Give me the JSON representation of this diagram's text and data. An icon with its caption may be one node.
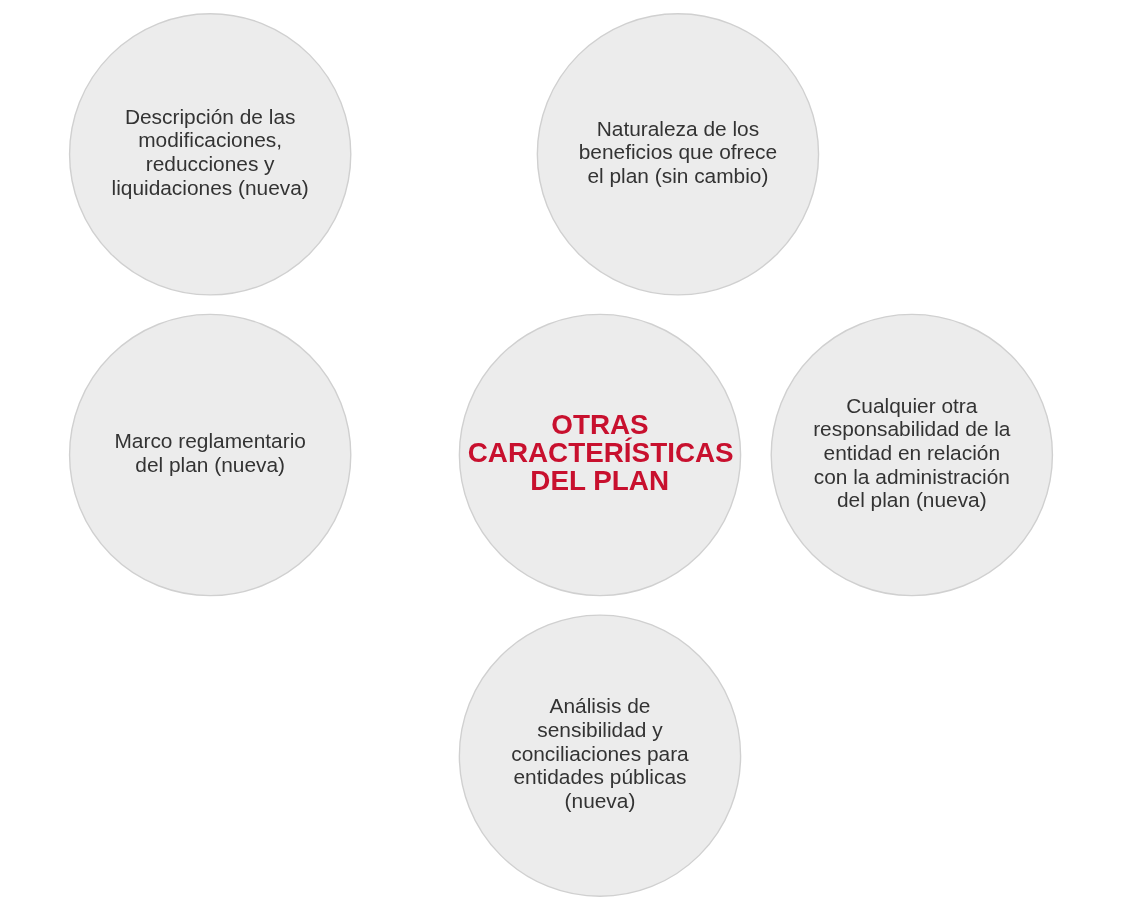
{
  "diagram": {
    "nodes": [
      {
        "text": [
          "Descripción de las modificaciones, reducciones y liquidaciones (nueva)"
        ]
      },
      {
        "text": [
          "Naturaleza de los beneficios que ofrece el plan (sin cambio)"
        ]
      },
      {
        "text": [
          "OTRAS CARACTERÍSTICAS DEL PLAN"
        ]
      },
      {
        "text": [
          "Marco reglamentario del plan (nueva)"
        ]
      },
      {
        "text": [
          "Cualquier otra responsabilidad de la entidad en relación con la administración del plan (nueva)"
        ]
      },
      {
        "text": [
          "Análisis de sensibilidad y conciliaciones para entidades públicas (nueva)"
        ]
      }
    ]
  }
}
